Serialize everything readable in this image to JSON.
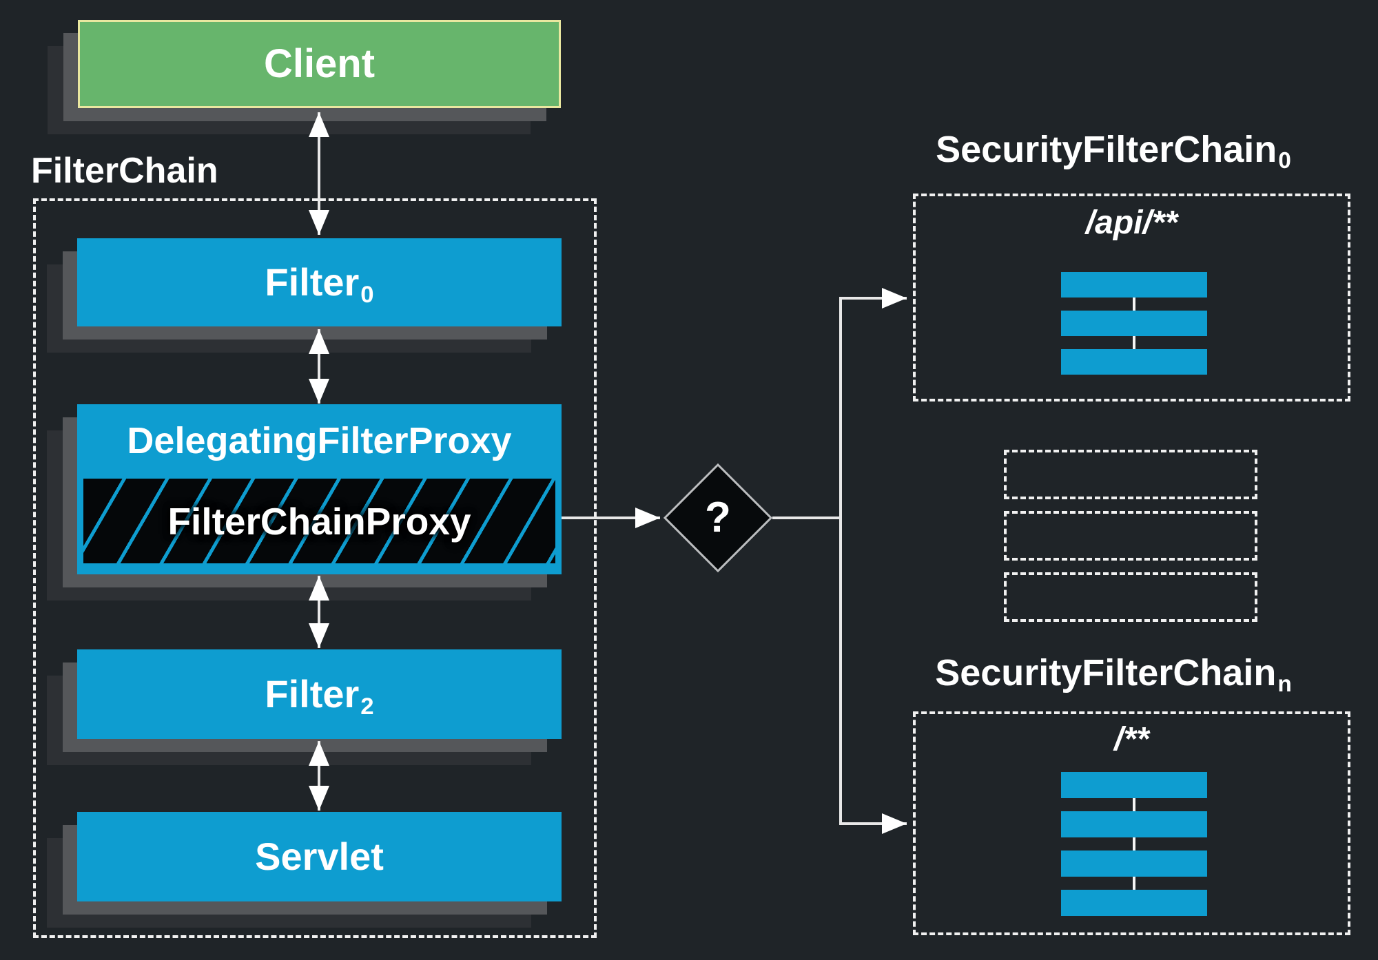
{
  "client": {
    "label": "Client"
  },
  "filter_chain": {
    "label": "FilterChain",
    "filter_top": {
      "base": "Filter",
      "sub": "0"
    },
    "delegating_filter_proxy": {
      "label": "DelegatingFilterProxy"
    },
    "filter_chain_proxy": {
      "label": "FilterChainProxy"
    },
    "filter_bottom": {
      "base": "Filter",
      "sub": "2"
    },
    "servlet": {
      "label": "Servlet"
    }
  },
  "decision_diamond": {
    "label": "?"
  },
  "security_filter_chain_top": {
    "base": "SecurityFilterChain",
    "sub": "0",
    "url_pattern": "/api/**",
    "filter_bar_count": 3
  },
  "security_filter_chain_bottom": {
    "base": "SecurityFilterChain",
    "sub": "n",
    "url_pattern": "/**",
    "filter_bar_count": 4
  },
  "elided_chains": {
    "placeholder_count": 3
  },
  "colors": {
    "background": "#1f2428",
    "box_blue": "#0e9dd0",
    "client_green": "#67b56c",
    "client_border": "#e9e7a0",
    "shadow_gray": "#55575a",
    "shadow_dark": "#2d3034",
    "connector": "#e8e8e8",
    "diamond_fill": "#070a0c"
  }
}
